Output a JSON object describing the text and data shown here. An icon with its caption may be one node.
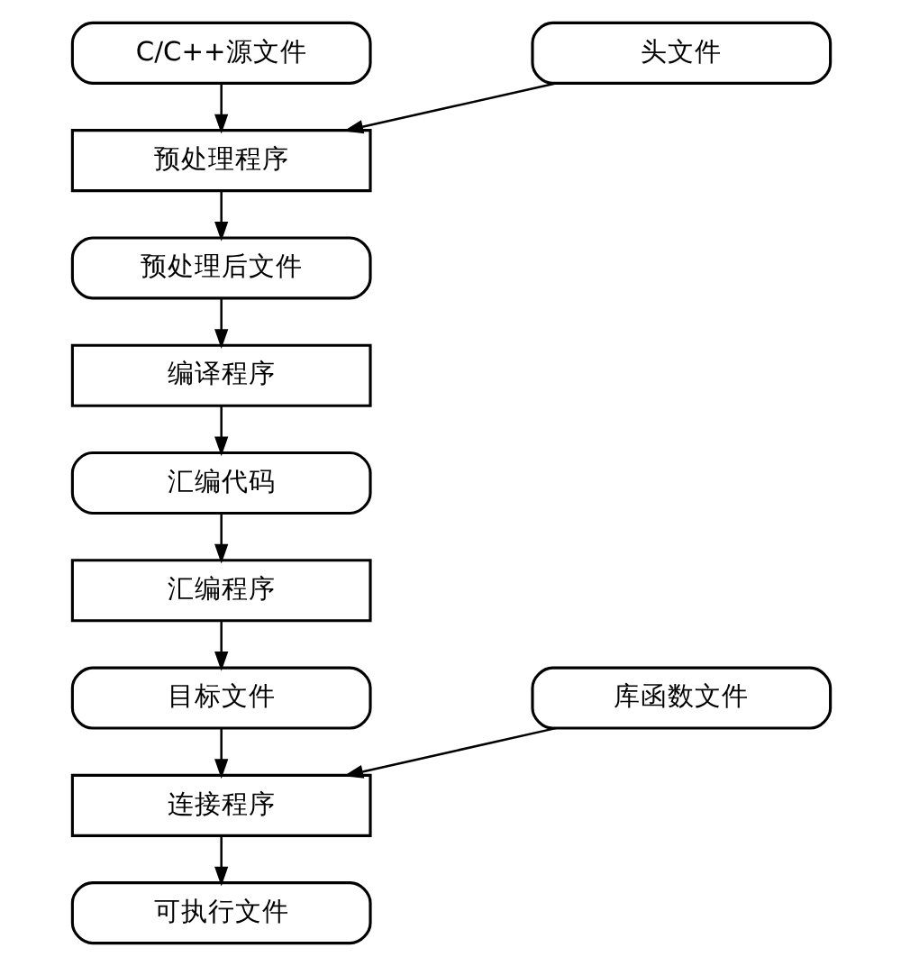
{
  "diagram": {
    "nodes": [
      {
        "text": [
          "C/C++源文件"
        ]
      },
      {
        "text": [
          "预处理程序"
        ]
      },
      {
        "text": [
          "头文件"
        ]
      },
      {
        "text": [
          "预处理后文件"
        ]
      },
      {
        "text": [
          "编译程序"
        ]
      },
      {
        "text": [
          "汇编代码"
        ]
      },
      {
        "text": [
          "汇编程序"
        ]
      },
      {
        "text": [
          "目标文件"
        ]
      },
      {
        "text": [
          "连接程序"
        ]
      },
      {
        "text": [
          "库函数文件"
        ]
      },
      {
        "text": [
          "可执行文件"
        ]
      }
    ],
    "edges": [
      {
        "from": 0,
        "to": 1,
        "arrow": "to"
      },
      {
        "from": 2,
        "to": 1,
        "arrow": "to"
      },
      {
        "from": 1,
        "to": 3,
        "arrow": "to"
      },
      {
        "from": 3,
        "to": 4,
        "arrow": "to"
      },
      {
        "from": 4,
        "to": 5,
        "arrow": "to"
      },
      {
        "from": 5,
        "to": 6,
        "arrow": "to"
      },
      {
        "from": 6,
        "to": 7,
        "arrow": "to"
      },
      {
        "from": 7,
        "to": 8,
        "arrow": "to"
      },
      {
        "from": 9,
        "to": 8,
        "arrow": "to"
      },
      {
        "from": 8,
        "to": 10,
        "arrow": "to"
      }
    ]
  }
}
